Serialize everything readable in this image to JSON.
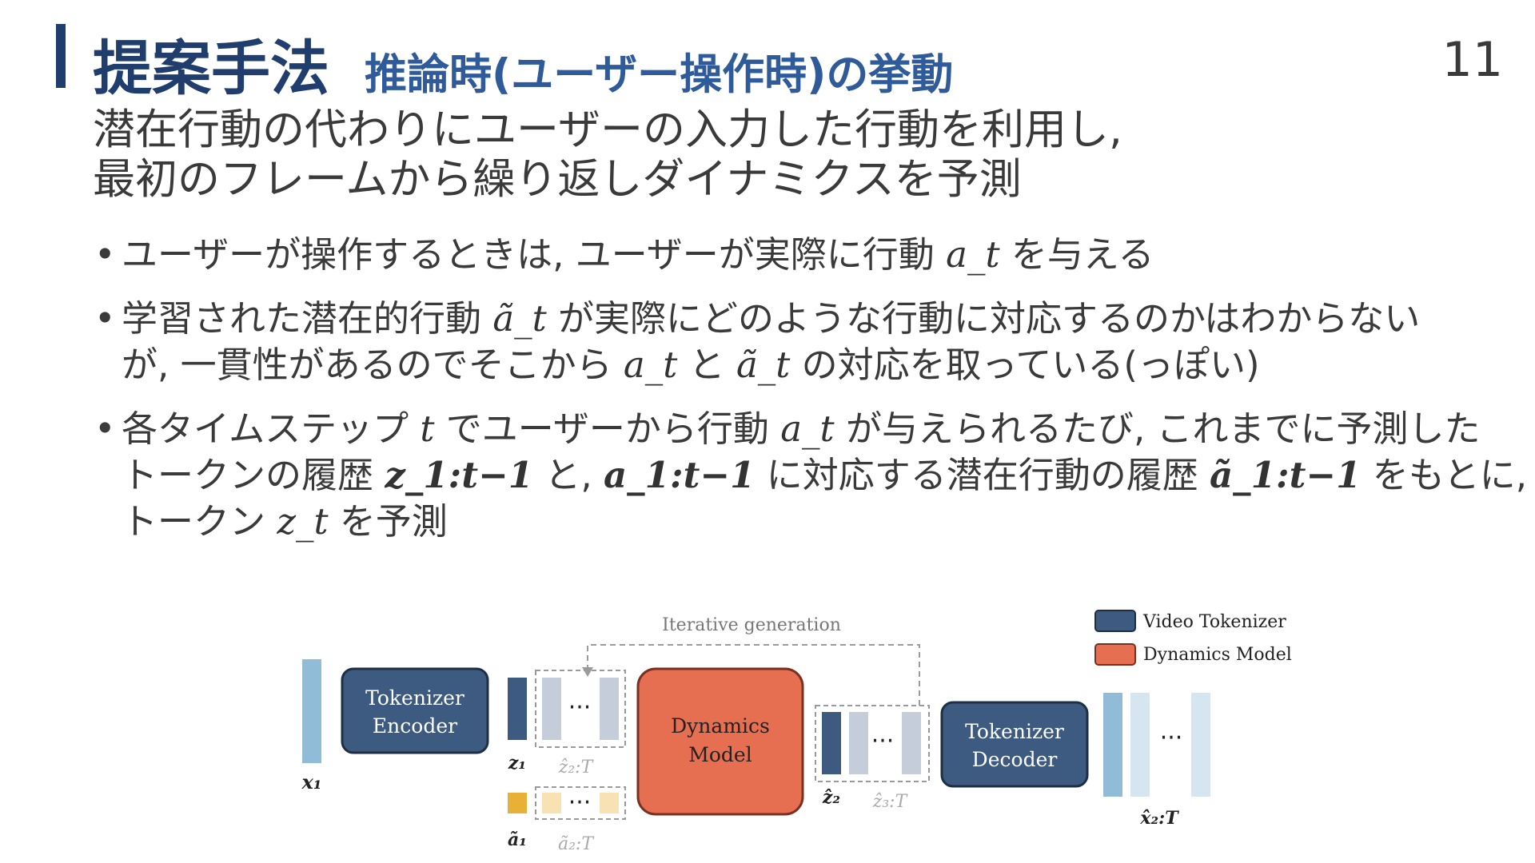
{
  "header": {
    "title": "提案手法",
    "subtitle": "推論時(ユーザー操作時)の挙動",
    "page_number": "11"
  },
  "lead": {
    "line1": "潜在行動の代わりにユーザーの入力した行動を利用し,",
    "line2": "最初のフレームから繰り返しダイナミクスを予測"
  },
  "bullets": [
    {
      "parts": [
        "ユーザーが操作するときは, ユーザーが実際に行動 ",
        "a_t",
        " を与える"
      ]
    },
    {
      "line1": [
        "学習された潜在的行動 ",
        "ã_t",
        " が実際にどのような行動に対応するのかはわからない"
      ],
      "line2": [
        "が, 一貫性があるのでそこから ",
        "a_t",
        " と ",
        "ã_t",
        " の対応を取っている(っぽい)"
      ]
    },
    {
      "line1": [
        "各タイムステップ ",
        "t",
        " でユーザーから行動 ",
        "a_t",
        " が与えられるたび, これまでに予測した"
      ],
      "line2": [
        "トークンの履歴 ",
        "z_1:t−1",
        " と, ",
        "a_1:t−1",
        " に対応する潜在行動の履歴 ",
        "ã_1:t−1",
        " をもとに, 次の"
      ],
      "line3": [
        "トークン ",
        "z_t",
        " を予測"
      ]
    }
  ],
  "diagram": {
    "iterative_label": "Iterative generation",
    "legend": [
      {
        "label": "Video Tokenizer",
        "color": "#3d5a80"
      },
      {
        "label": "Dynamics Model",
        "color": "#e76f51"
      }
    ],
    "encoder_line1": "Tokenizer",
    "encoder_line2": "Encoder",
    "dynamics_line1": "Dynamics",
    "dynamics_line2": "Model",
    "decoder_line1": "Tokenizer",
    "decoder_line2": "Decoder",
    "labels": {
      "x1": "x₁",
      "z1": "z₁",
      "z2T": "ẑ₂:T",
      "a1": "ã₁",
      "a2T": "ã₂:T",
      "zhat2": "ẑ₂",
      "zhat3T": "ẑ₃:T",
      "xhat2T": "x̂₂:T"
    },
    "ellipsis": "···"
  }
}
